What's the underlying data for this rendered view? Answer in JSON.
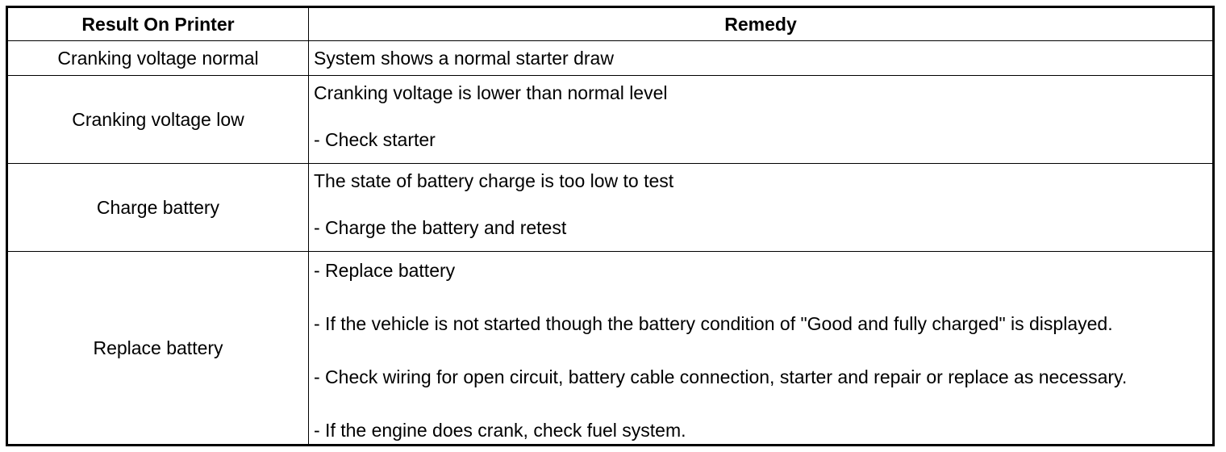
{
  "table": {
    "headers": {
      "result": "Result On Printer",
      "remedy": "Remedy"
    },
    "rows": [
      {
        "result": "Cranking voltage normal",
        "remedy": [
          "System shows a normal starter draw"
        ]
      },
      {
        "result": "Cranking voltage low",
        "remedy": [
          "Cranking voltage is lower than normal level",
          "- Check starter"
        ]
      },
      {
        "result": "Charge battery",
        "remedy": [
          "The state of battery charge is too low to test",
          "- Charge the battery and retest"
        ]
      },
      {
        "result": "Replace battery",
        "remedy": [
          "- Replace battery",
          "- If the vehicle is not started though the battery condition of \"Good and fully charged\" is displayed.",
          "- Check wiring for open circuit, battery cable connection, starter and repair or replace as necessary.",
          "- If the engine does crank, check fuel system."
        ]
      }
    ]
  }
}
